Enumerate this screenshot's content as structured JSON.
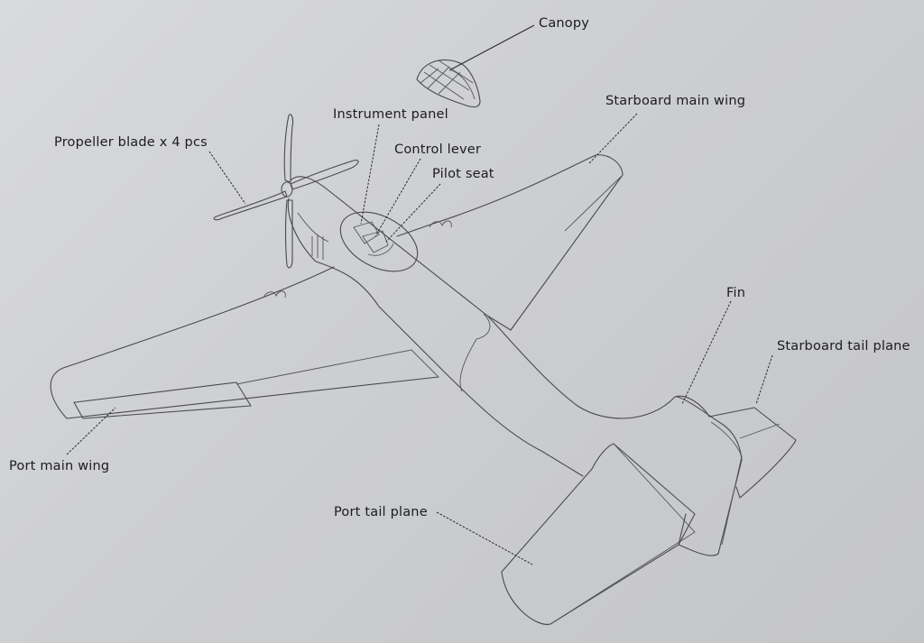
{
  "diagram": {
    "labels": {
      "canopy": "Canopy",
      "instrument_panel": "Instrument panel",
      "propeller_blade": "Propeller blade x 4 pcs",
      "control_lever": "Control lever",
      "pilot_seat": "Pilot seat",
      "starboard_main_wing": "Starboard main wing",
      "fin": "Fin",
      "starboard_tail_plane": "Starboard tail plane",
      "port_main_wing": "Port main wing",
      "port_tail_plane": "Port tail plane"
    }
  }
}
